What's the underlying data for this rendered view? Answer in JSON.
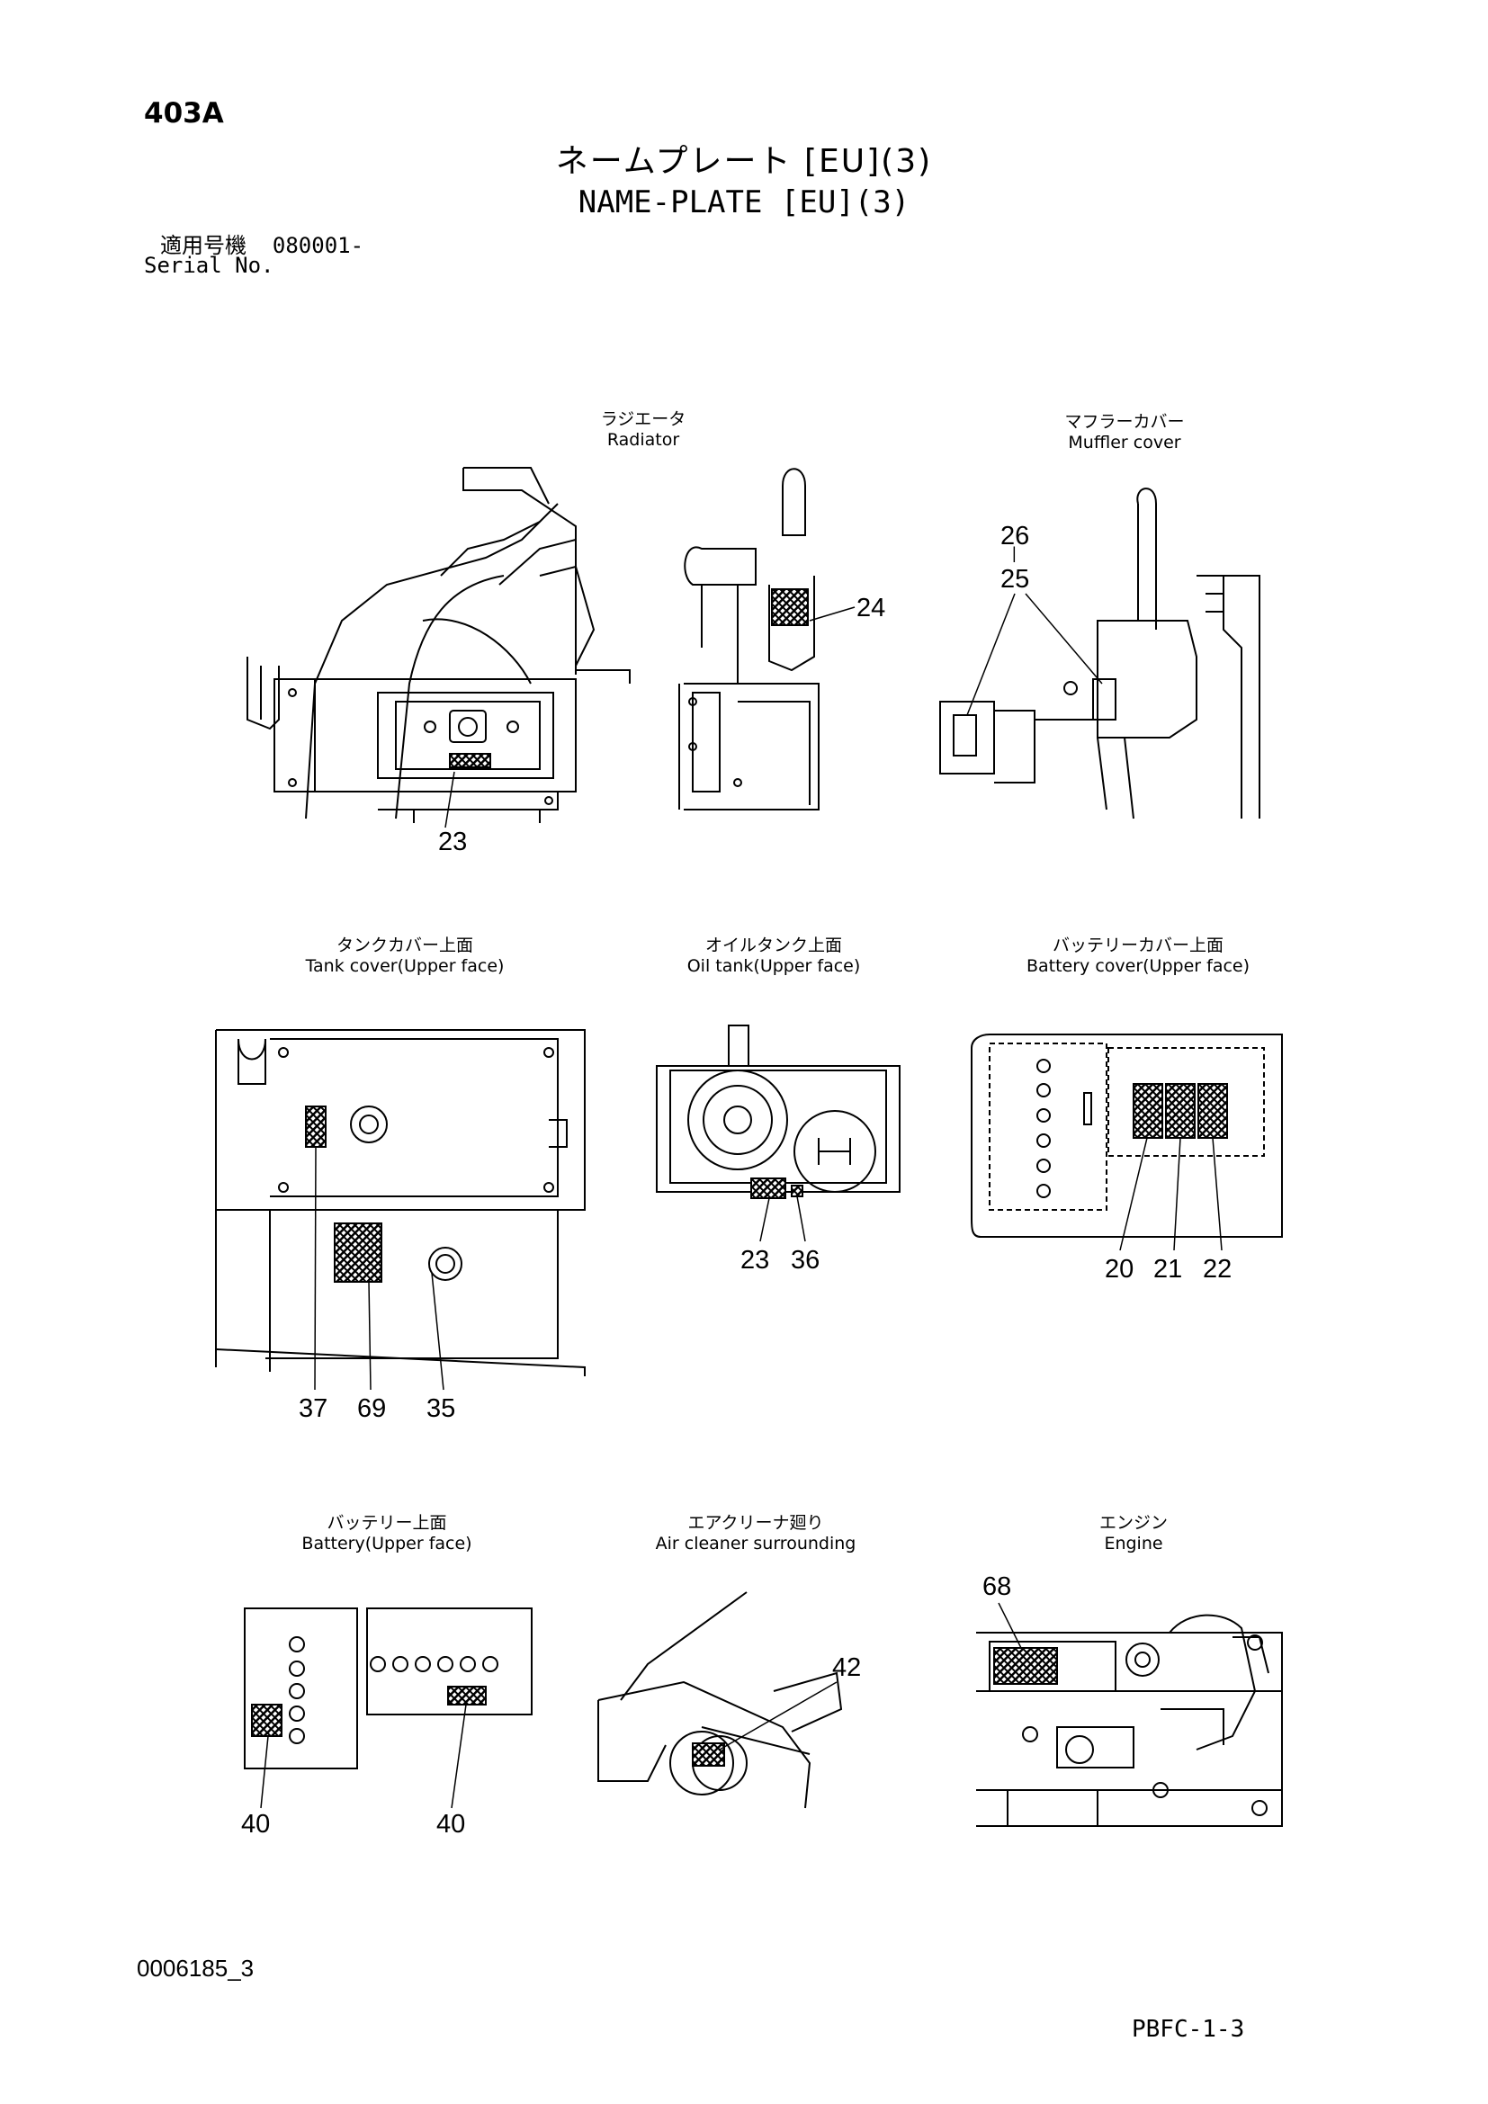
{
  "header": {
    "page_code": "403A",
    "title_jp": "ネームプレート [EU](3)",
    "title_en": "NAME-PLATE [EU](3)",
    "serial_label_jp": "適用号機",
    "serial_value": "080001-",
    "serial_label_en": "Serial No."
  },
  "sections": {
    "radiator": {
      "caption_jp": "ラジエータ",
      "caption_en": "Radiator"
    },
    "muffler": {
      "caption_jp": "マフラーカバー",
      "caption_en": "Muffler cover"
    },
    "tank_cover": {
      "caption_jp": "タンクカバー上面",
      "caption_en": "Tank cover(Upper face)"
    },
    "oil_tank": {
      "caption_jp": "オイルタンク上面",
      "caption_en": "Oil tank(Upper face)"
    },
    "battery_cover": {
      "caption_jp": "バッテリーカバー上面",
      "caption_en": "Battery cover(Upper face)"
    },
    "battery": {
      "caption_jp": "バッテリー上面",
      "caption_en": "Battery(Upper face)"
    },
    "air_cleaner": {
      "caption_jp": "エアクリーナ廻り",
      "caption_en": "Air cleaner surrounding"
    },
    "engine": {
      "caption_jp": "エンジン",
      "caption_en": "Engine"
    }
  },
  "callouts": {
    "radiator_a": "23",
    "radiator_b": "24",
    "muffler_top": "26",
    "muffler_sep": "|",
    "muffler_bottom": "25",
    "tank_a": "37",
    "tank_b": "69",
    "tank_c": "35",
    "oil_a": "23",
    "oil_b": "36",
    "batcov_a": "20",
    "batcov_b": "21",
    "batcov_c": "22",
    "battery_a": "40",
    "battery_b": "40",
    "air": "42",
    "engine": "68"
  },
  "footer": {
    "doc_id": "0006185_3",
    "page_ref": "PBFC-1-3"
  }
}
